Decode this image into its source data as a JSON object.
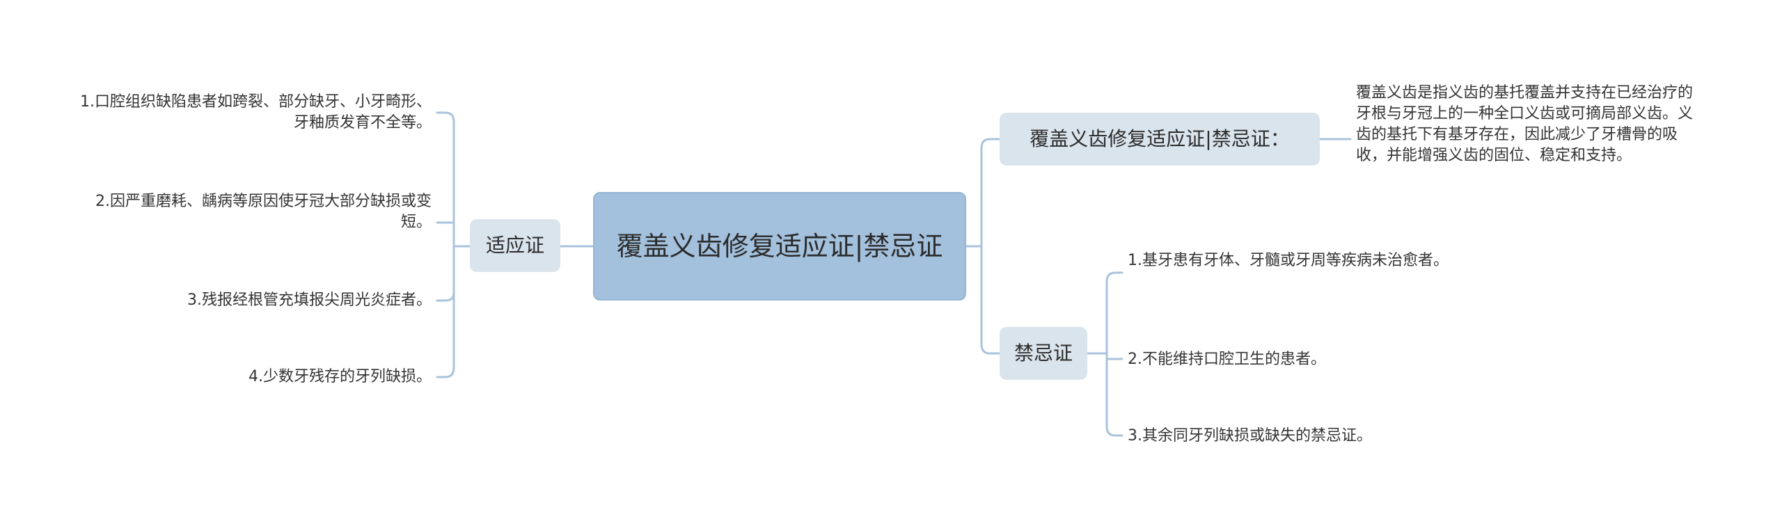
{
  "mindmap": {
    "root": "覆盖义齿修复适应证|禁忌证",
    "left_branch": {
      "label": "适应证",
      "items": [
        "1.口腔组织缺陷患者如跨裂、部分缺牙、小牙畸形、牙釉质发育不全等。",
        "2.因严重磨耗、龋病等原因使牙冠大部分缺损或变短。",
        "3.残报经根管充填报尖周光炎症者。",
        "4.少数牙残存的牙列缺损。"
      ]
    },
    "right_top_branch": {
      "label": "覆盖义齿修复适应证|禁忌证：",
      "description": "覆盖义齿是指义齿的基托覆盖并支持在已经治疗的牙根与牙冠上的一种全口义齿或可摘局部义齿。义齿的基托下有基牙存在，因此减少了牙槽骨的吸收，并能增强义齿的固位、稳定和支持。"
    },
    "right_bottom_branch": {
      "label": "禁忌证",
      "items": [
        "1.基牙患有牙体、牙髓或牙周等疾病未治愈者。",
        "2.不能维持口腔卫生的患者。",
        "3.其余同牙列缺损或缺失的禁忌证。"
      ]
    }
  },
  "colors": {
    "root_fill": "#a3c0dc",
    "branch_fill": "#dae4ec",
    "connector": "#a9c3dc"
  }
}
